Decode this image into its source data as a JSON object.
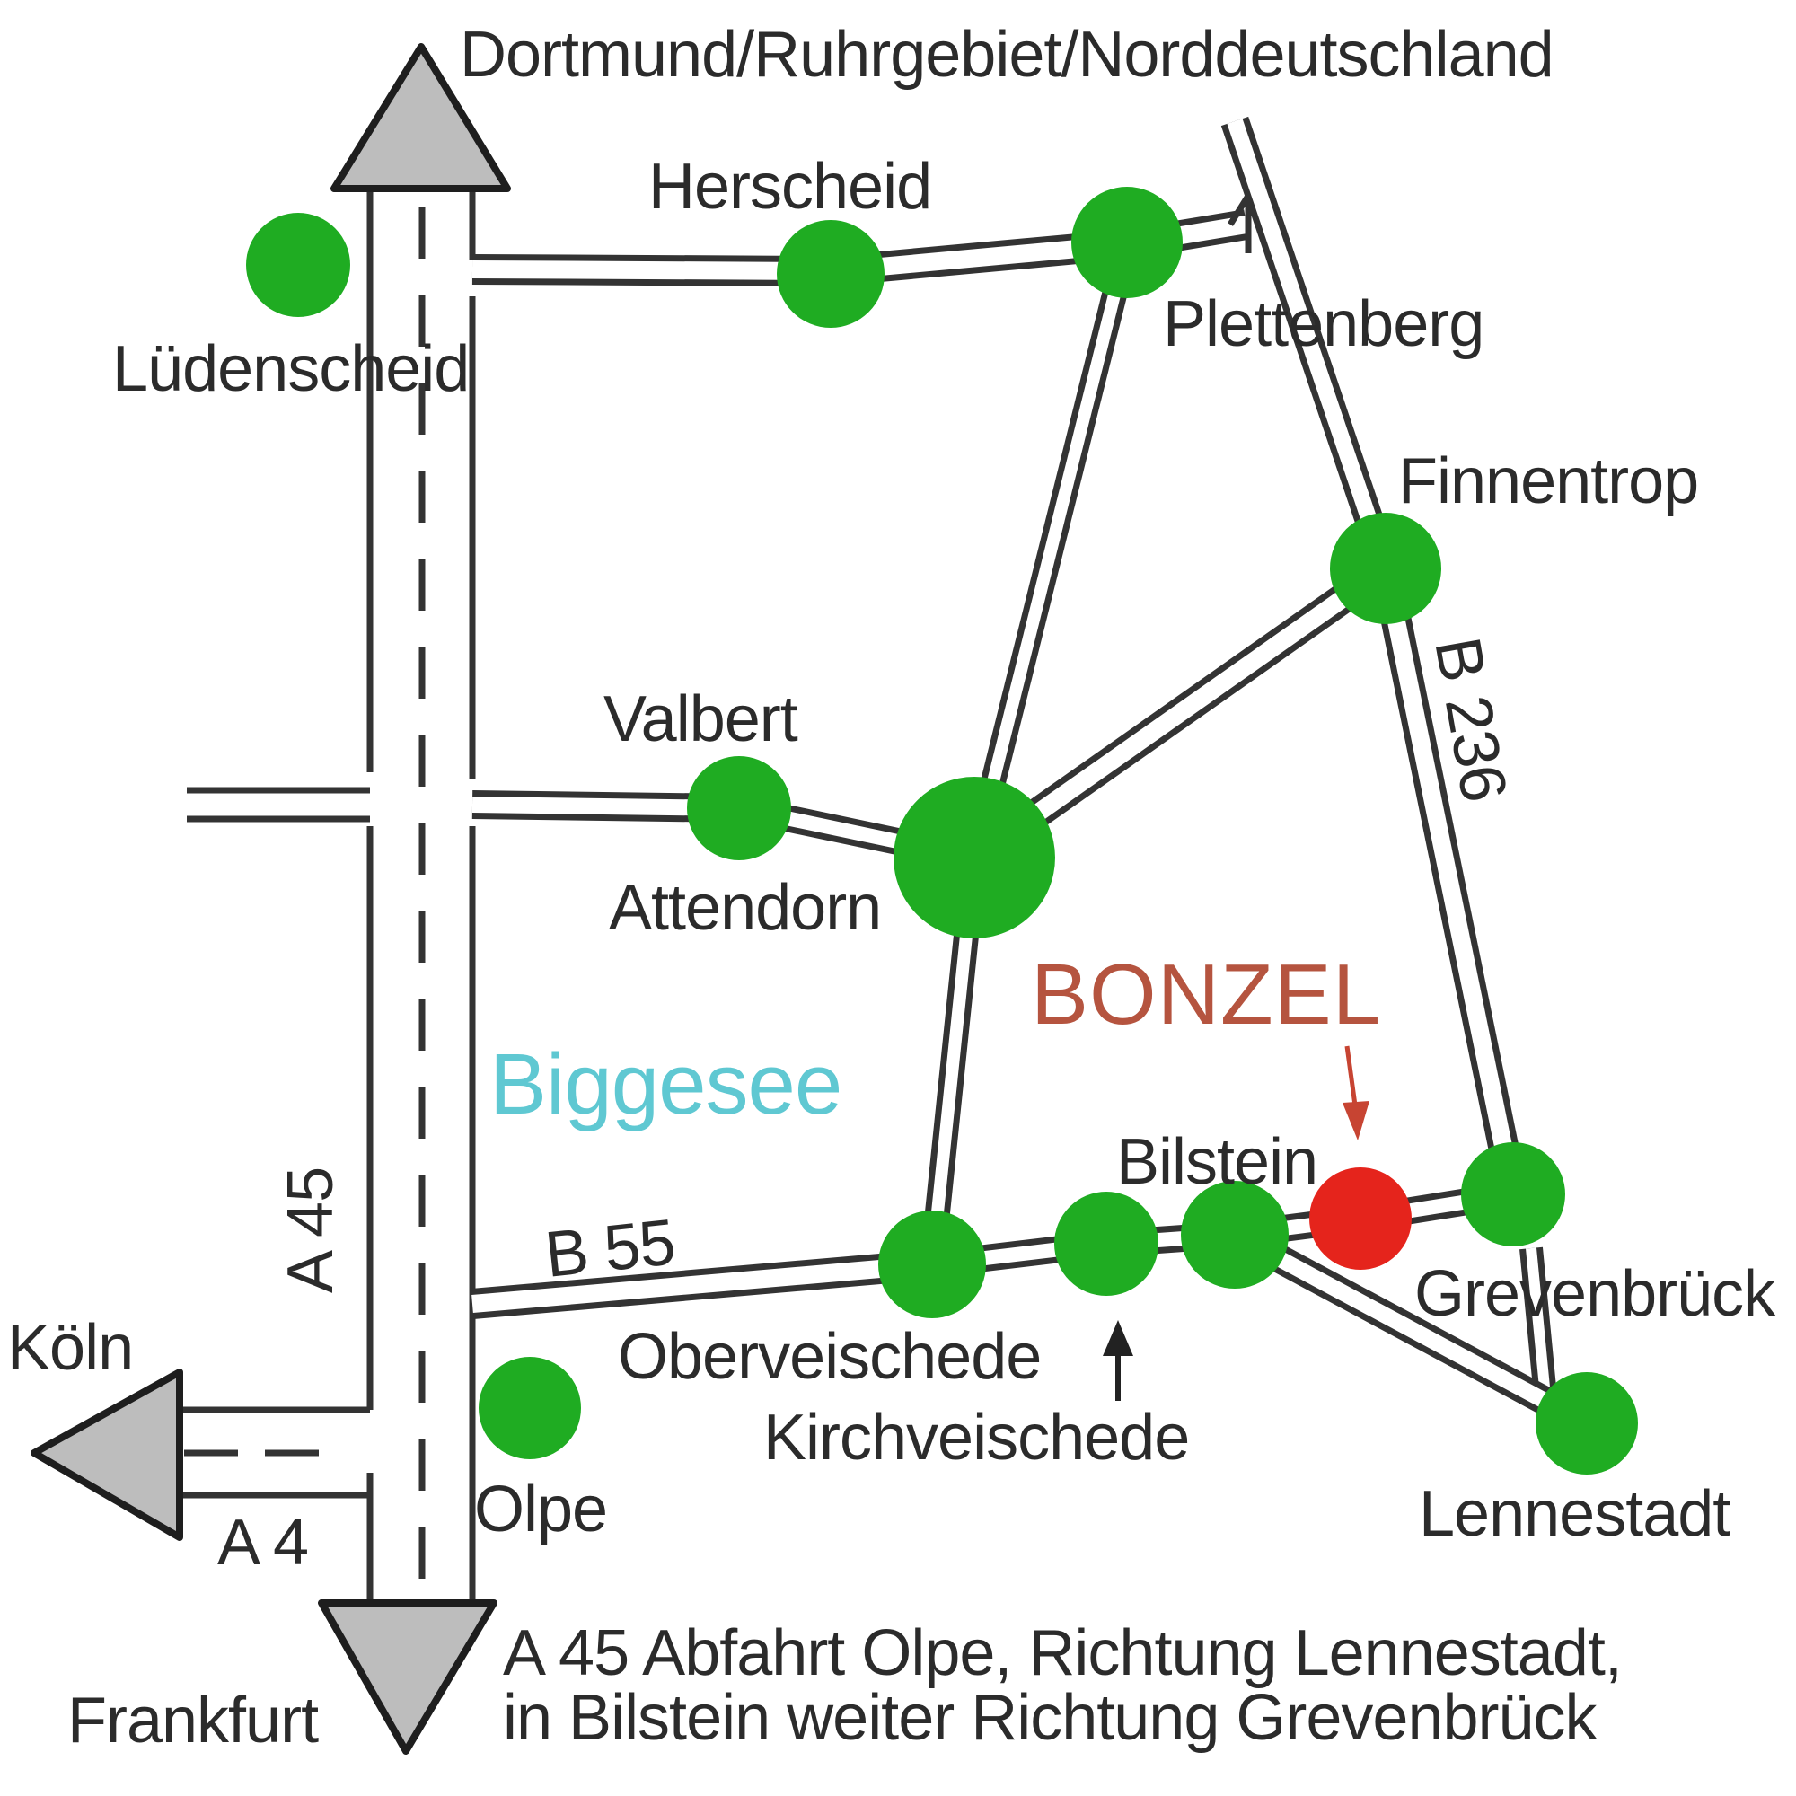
{
  "map": {
    "towns": {
      "luedenscheid": "Lüdenscheid",
      "herscheid": "Herscheid",
      "plettenberg": "Plettenberg",
      "finnentrop": "Finnentrop",
      "valbert": "Valbert",
      "attendorn": "Attendorn",
      "bilstein": "Bilstein",
      "grevenbrueck": "Grevenbrück",
      "oberveischede": "Oberveischede",
      "kirchveischede": "Kirchveischede",
      "olpe": "Olpe",
      "lennestadt": "Lennestadt"
    },
    "destination": "BONZEL",
    "lake": "Biggesee",
    "roads": {
      "a45": "A 45",
      "a4": "A 4",
      "b55": "B 55",
      "b236": "B 236"
    },
    "directions": {
      "north": "Dortmund/Ruhrgebiet/Norddeutschland",
      "west": "Köln",
      "south": "Frankfurt"
    },
    "instructions": {
      "line1": "A 45 Abfahrt Olpe, Richtung Lennestadt,",
      "line2": "in Bilstein weiter Richtung Grevenbrück"
    },
    "colors": {
      "town": "#1fac22",
      "destination": "#e5241c",
      "destination_label": "#b5543f",
      "lake_label": "#5fc8d2",
      "arrow_fill": "#bdbdbd"
    }
  }
}
